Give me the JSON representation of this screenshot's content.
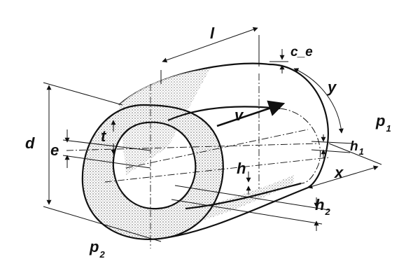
{
  "labels": {
    "l": "l",
    "c_e": "c_e",
    "y": "y",
    "v": "v",
    "p1": "p",
    "p1_sub": "1",
    "d": "d",
    "e": "e",
    "t": "t",
    "h": "h",
    "h1": "h",
    "h1_sub": "1",
    "x": "x",
    "h2": "h",
    "h2_sub": "2",
    "p2": "p",
    "p2_sub": "2"
  },
  "colors": {
    "ink": "#111111",
    "fluid_fill": "#d9d9d9",
    "background": "#ffffff"
  }
}
